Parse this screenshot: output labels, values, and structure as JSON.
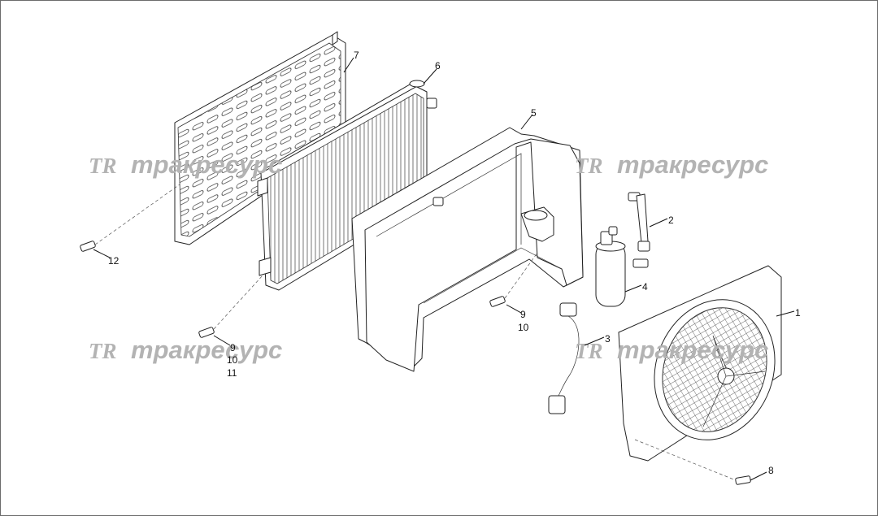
{
  "watermarks": [
    {
      "logo": "TR",
      "text": "тракресурс"
    },
    {
      "logo": "TR",
      "text": "тракресурс"
    },
    {
      "logo": "TR",
      "text": "тракресурс"
    },
    {
      "logo": "TR",
      "text": "тракресурс"
    }
  ],
  "callouts": [
    "1",
    "2",
    "3",
    "4",
    "5",
    "6",
    "7",
    "8",
    "9",
    "10",
    "12",
    "9",
    "10",
    "11"
  ],
  "colors": {
    "line": "#222222",
    "watermark": "#b3b3b3",
    "border": "#6b6b6b"
  }
}
